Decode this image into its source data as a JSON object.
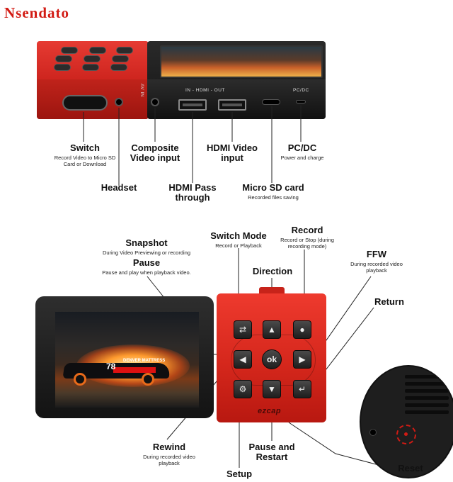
{
  "brand": {
    "logo": "Nsendato",
    "device_brand": "ezcap"
  },
  "top_device": {
    "port_print": "IN - HDMI - OUT",
    "av_print": "AV IN",
    "dc_print": "PC/DC"
  },
  "top_callouts": {
    "switch": {
      "title": "Switch",
      "desc": "Record Video to Micro SD Card or Download"
    },
    "headset": {
      "title": "Headset"
    },
    "composite": {
      "title": "Composite Video input"
    },
    "hdmi_pass": {
      "title": "HDMI Pass through"
    },
    "hdmi_video": {
      "title": "HDMI Video input"
    },
    "micro_sd": {
      "title": "Micro SD card",
      "desc": "Recorded files saving"
    },
    "pcdc": {
      "title": "PC/DC",
      "desc": "Power and charge"
    }
  },
  "bottom_callouts": {
    "snapshot": {
      "title": "Snapshot",
      "desc": "During Video Previewing or recording"
    },
    "pause": {
      "title": "Pause",
      "desc": "Pause and play when playback video."
    },
    "switch_mode": {
      "title": "Switch Mode",
      "desc": "Record or Playback"
    },
    "record": {
      "title": "Record",
      "desc": "Record or Stop (during recording mode)"
    },
    "ffw": {
      "title": "FFW",
      "desc": "During recorded video playback"
    },
    "direction": {
      "title": "Direction"
    },
    "return": {
      "title": "Return"
    },
    "rewind": {
      "title": "Rewind",
      "desc": "During recorded video playback"
    },
    "pause_restart": {
      "title": "Pause and Restart"
    },
    "setup": {
      "title": "Setup"
    },
    "reset": {
      "title": "Reset"
    }
  },
  "keys": {
    "ok": "ok",
    "icons": [
      "switch-mode-icon",
      "up-arrow-icon",
      "record-icon",
      "left-arrow-icon",
      "right-arrow-icon",
      "setup-gear-icon",
      "down-arrow-icon",
      "return-icon"
    ]
  },
  "screen": {
    "car_number": "78",
    "car_sponsor": "DENVER MATTRESS"
  },
  "colors": {
    "logo_red": "#d21b14",
    "device_red": "#d5271c",
    "device_black": "#141414"
  }
}
